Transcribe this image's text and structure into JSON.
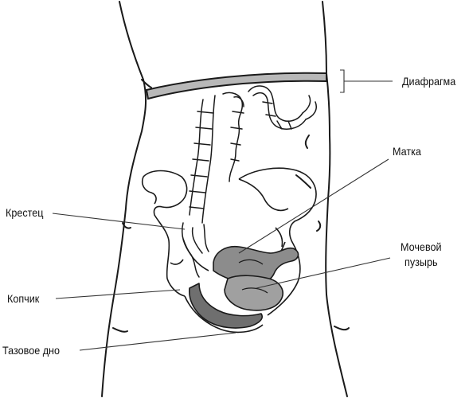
{
  "diagram": {
    "labels": {
      "diaphragm": "Диафрагма",
      "uterus": "Матка",
      "sacrum": "Крестец",
      "bladder_line1": "Мочевой",
      "bladder_line2": "пузырь",
      "coccyx": "Копчик",
      "pelvic_floor": "Тазовое дно"
    },
    "colors": {
      "outline": "#1a1a1a",
      "organ_fill": "#8c8c8c",
      "organ_dark": "#6f6f6f",
      "diaphragm_fill": "#b8b8b8",
      "leader": "#333333",
      "background": "#ffffff"
    }
  }
}
